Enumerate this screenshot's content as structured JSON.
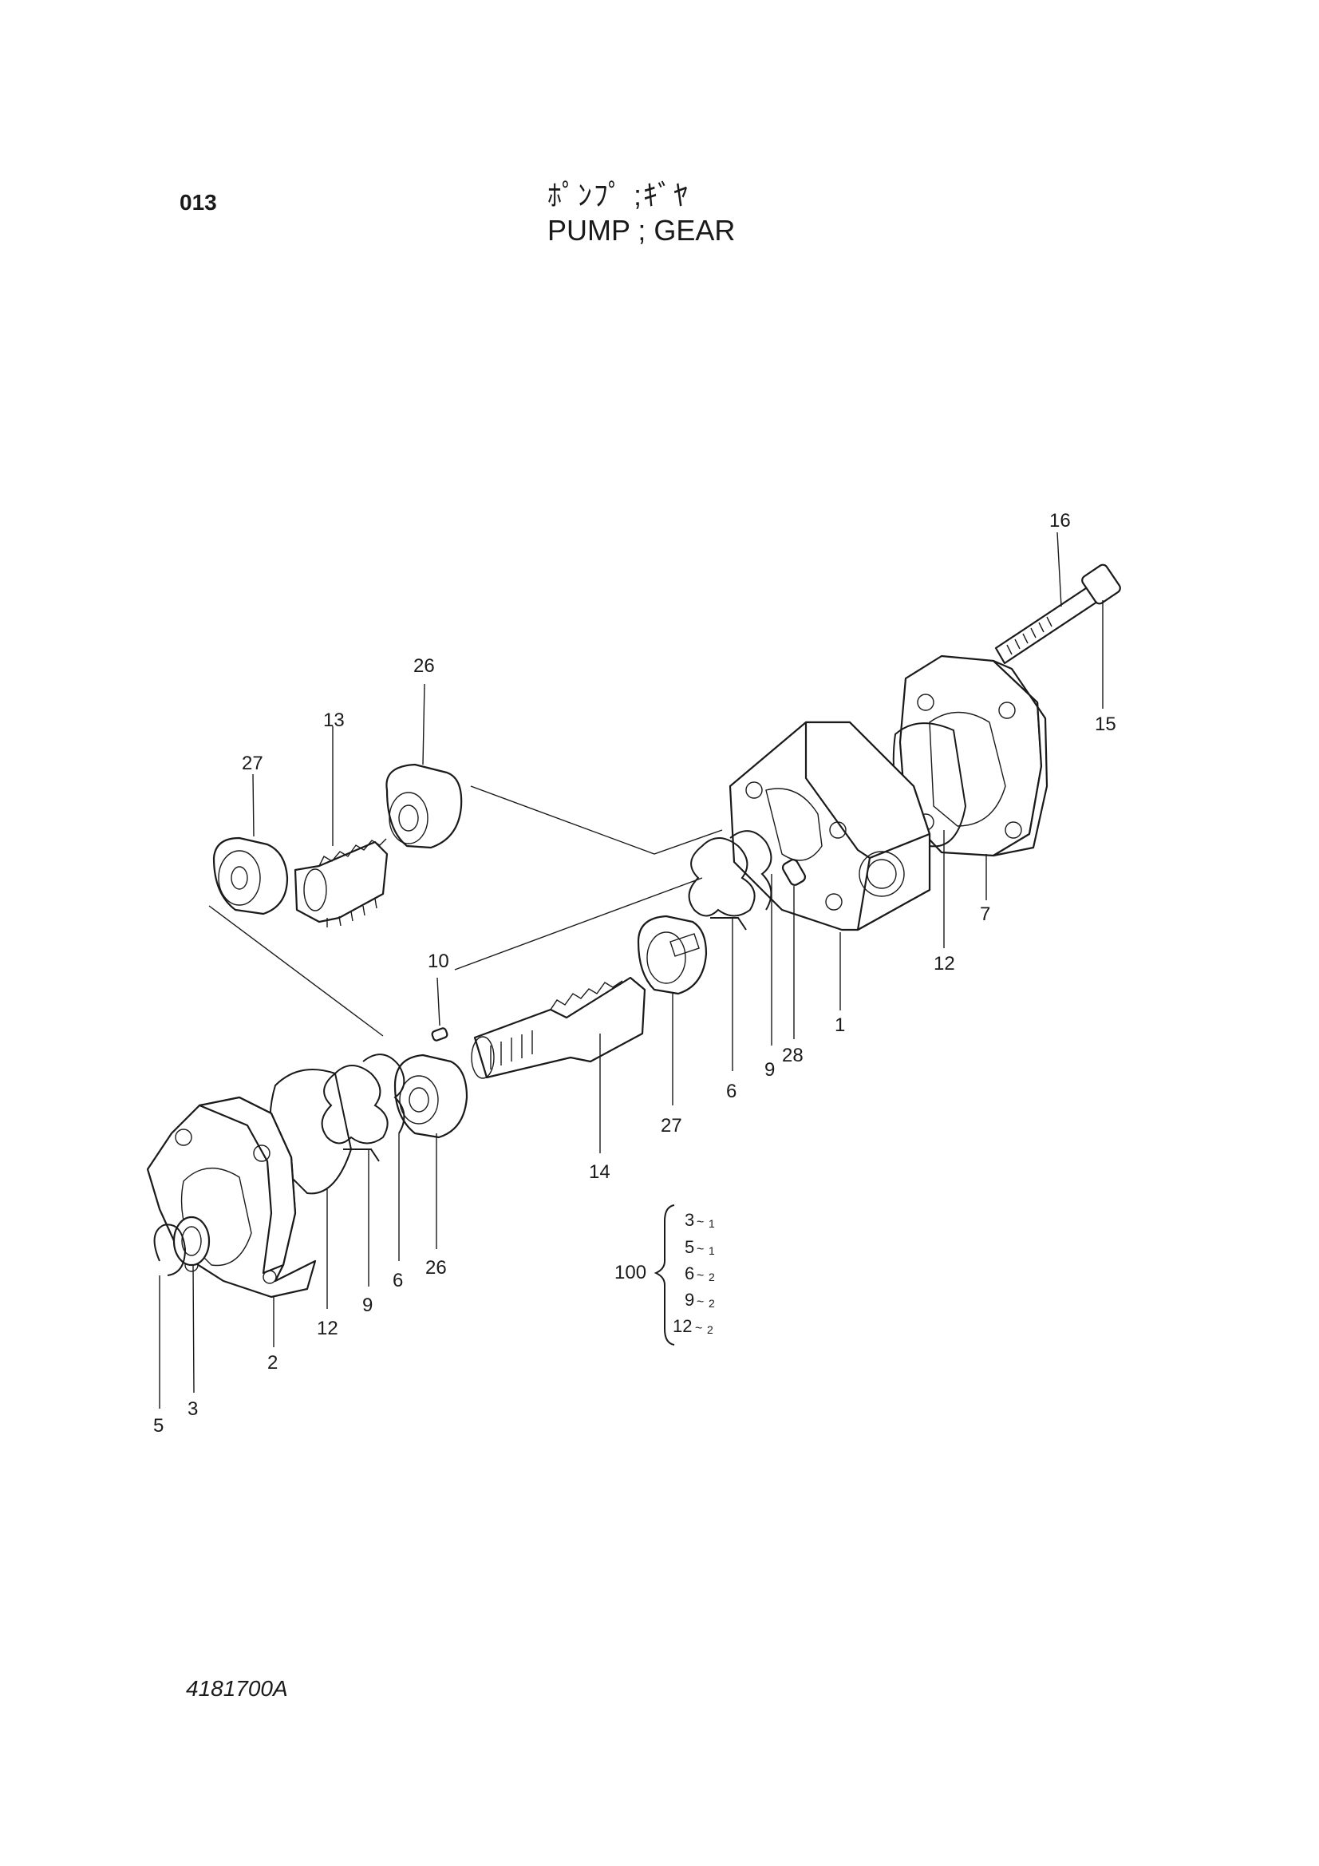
{
  "header": {
    "section_number": "013",
    "title_ja": "ﾎﾟﾝﾌﾟ ;ｷﾞﾔ",
    "title_en": "PUMP ; GEAR"
  },
  "drawing_number": "4181700A",
  "callouts": [
    {
      "id": "c16",
      "text": "16"
    },
    {
      "id": "c15",
      "text": "15"
    },
    {
      "id": "c26a",
      "text": "26"
    },
    {
      "id": "c13",
      "text": "13"
    },
    {
      "id": "c27a",
      "text": "27"
    },
    {
      "id": "c7",
      "text": "7"
    },
    {
      "id": "c12a",
      "text": "12"
    },
    {
      "id": "c1",
      "text": "1"
    },
    {
      "id": "c28",
      "text": "28"
    },
    {
      "id": "c9a",
      "text": "9"
    },
    {
      "id": "c6a",
      "text": "6"
    },
    {
      "id": "c10",
      "text": "10"
    },
    {
      "id": "c27b",
      "text": "27"
    },
    {
      "id": "c14",
      "text": "14"
    },
    {
      "id": "c26b",
      "text": "26"
    },
    {
      "id": "c6b",
      "text": "6"
    },
    {
      "id": "c9b",
      "text": "9"
    },
    {
      "id": "c12b",
      "text": "12"
    },
    {
      "id": "c2",
      "text": "2"
    },
    {
      "id": "c3",
      "text": "3"
    },
    {
      "id": "c5",
      "text": "5"
    }
  ],
  "kit": {
    "number": "100",
    "items": [
      {
        "part": "3",
        "qty": "1"
      },
      {
        "part": "5",
        "qty": "1"
      },
      {
        "part": "6",
        "qty": "2"
      },
      {
        "part": "9",
        "qty": "2"
      },
      {
        "part": "12",
        "qty": "2"
      }
    ]
  }
}
